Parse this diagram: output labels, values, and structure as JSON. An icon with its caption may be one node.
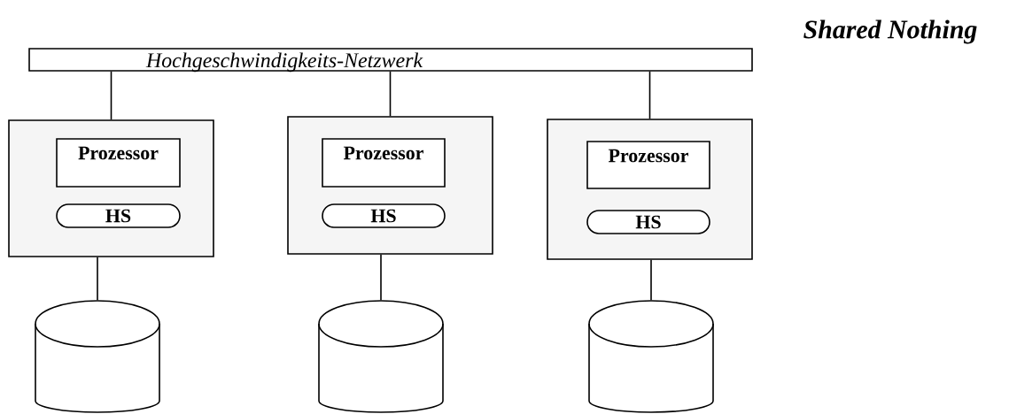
{
  "diagram": {
    "title": "Shared Nothing",
    "nodes": [
      {
        "text": [
          "Hochgeschwindigkeits-Netzwerk"
        ]
      },
      {
        "text": [],
        "shape": "box"
      },
      {
        "text": [
          "Prozessor"
        ],
        "in": 1
      },
      {
        "text": [
          "HS"
        ],
        "in": 1
      },
      {
        "text": [],
        "shape": "box"
      },
      {
        "text": [
          "Prozessor"
        ],
        "in": 4
      },
      {
        "text": [
          "HS"
        ],
        "in": 4
      },
      {
        "text": [],
        "shape": "box"
      },
      {
        "text": [
          "Prozessor"
        ],
        "in": 7
      },
      {
        "text": [
          "HS"
        ],
        "in": 7
      },
      {
        "text": [],
        "shape": "cylinder"
      },
      {
        "text": [],
        "shape": "cylinder"
      },
      {
        "text": [],
        "shape": "cylinder"
      }
    ],
    "edges": [
      {
        "from": 0,
        "to": 1,
        "arrow": "none"
      },
      {
        "from": 0,
        "to": 4,
        "arrow": "none"
      },
      {
        "from": 0,
        "to": 7,
        "arrow": "none"
      },
      {
        "from": 1,
        "to": 10,
        "arrow": "none"
      },
      {
        "from": 4,
        "to": 11,
        "arrow": "none"
      },
      {
        "from": 7,
        "to": 12,
        "arrow": "none"
      }
    ]
  }
}
